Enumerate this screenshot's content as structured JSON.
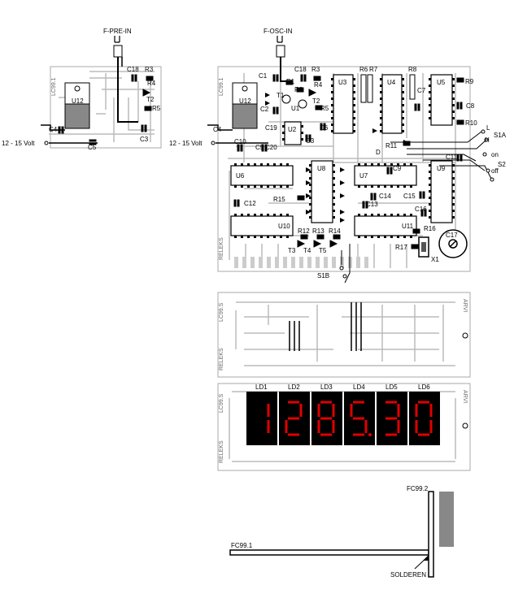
{
  "small_board": {
    "input_label": "F-PRE-IN",
    "supply_label": "12 - 15 Volt",
    "ic_label": "U12",
    "components": [
      "C18",
      "R3",
      "R4",
      "T2",
      "R5",
      "C4",
      "C5",
      "C3"
    ]
  },
  "main_board": {
    "input_label": "F-OSC-IN",
    "supply_label": "12 - 15 Volt",
    "ic_labels": [
      "U12",
      "U3",
      "U4",
      "U5",
      "U2",
      "U6",
      "U7",
      "U8",
      "U10",
      "U11",
      "U9"
    ],
    "components": [
      "C1",
      "C18",
      "R3",
      "R6",
      "R7",
      "R8",
      "R1",
      "R2",
      "R4",
      "T1",
      "U1",
      "T2",
      "R5",
      "C2",
      "C19",
      "C6",
      "C7",
      "R9",
      "C8",
      "R10",
      "C4",
      "C10",
      "C5",
      "C20",
      "C3",
      "R11",
      "C11",
      "C9",
      "C15",
      "C12",
      "R15",
      "C14",
      "C13",
      "C16",
      "R16",
      "R17",
      "C17",
      "X1",
      "R12",
      "R13",
      "R14",
      "T3",
      "T4",
      "T5",
      "D"
    ],
    "switch_labels": [
      "S1A",
      "S2",
      "on",
      "off",
      "S1B",
      "L",
      "H"
    ]
  },
  "display_board": {
    "digit_labels": [
      "LD1",
      "LD2",
      "LD3",
      "LD4",
      "LD5",
      "LD6"
    ],
    "digits": [
      "1",
      "2",
      "8",
      "5.",
      "3",
      "0"
    ],
    "segment_color": "#e00000"
  },
  "edge_labels": {
    "fc_left": "FC99.1",
    "fc_right": "FC99.2",
    "solder": "SOLDEREN"
  }
}
